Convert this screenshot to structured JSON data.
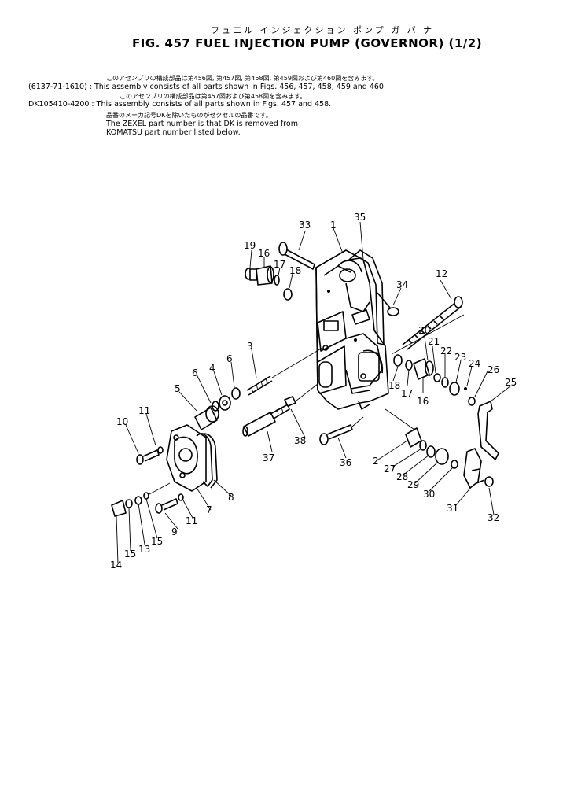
{
  "header": {
    "title_jp": "フュエル インジェクション ポンプ ガ バ ナ",
    "fig_title": "FIG. 457 FUEL INJECTION PUMP (GOVERNOR) (1/2)"
  },
  "notes": {
    "jp_line1": "このアセンブリの構成部品は第456図, 第457図, 第458図, 第459図および第460図を含みます。",
    "line1": "(6137-71-1610) : This assembly consists of all parts shown in Figs. 456, 457, 458, 459 and 460.",
    "jp_line2": "このアセンブリの構成部品は第457図および第458図を含みます。",
    "line2": "DK105410-4200 : This assembly consists of all parts shown in Figs. 457 and 458.",
    "jp_line3": "品番のメーカ記号DKを除いたものがゼクセルの品番です。",
    "line3": "The ZEXEL part number is that DK is removed from",
    "line4": "KOMATSU part number listed below."
  },
  "callouts": [
    "1",
    "2",
    "3",
    "4",
    "5",
    "6",
    "6",
    "7",
    "8",
    "9",
    "10",
    "11",
    "11",
    "12",
    "13",
    "14",
    "15",
    "15",
    "16",
    "16",
    "17",
    "17",
    "18",
    "18",
    "19",
    "20",
    "21",
    "22",
    "23",
    "24",
    "25",
    "26",
    "27",
    "28",
    "29",
    "30",
    "31",
    "32",
    "33",
    "34",
    "35",
    "36",
    "37",
    "38"
  ]
}
